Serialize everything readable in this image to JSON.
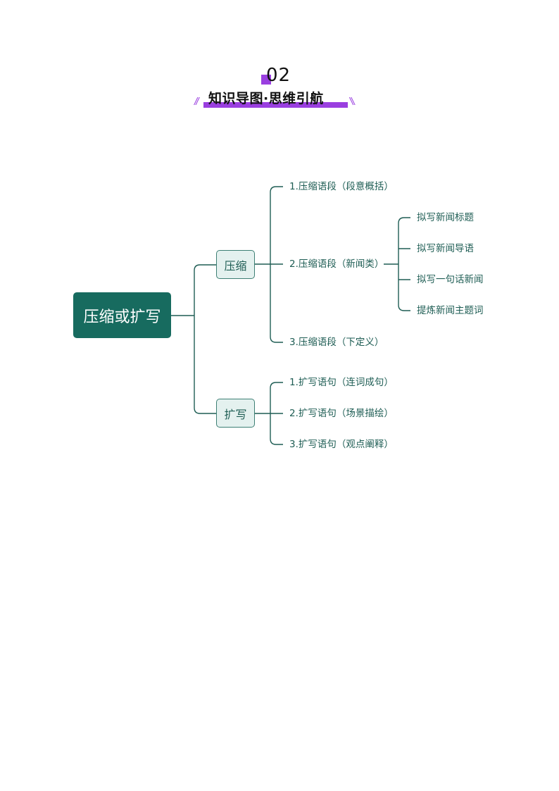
{
  "header": {
    "section_number": "02",
    "title": "知识导图·思维引航",
    "decor_left": "//",
    "decor_right": "//",
    "accent_color": "#9a3fe0"
  },
  "mindmap": {
    "root": {
      "label": "压缩或扩写",
      "color": "#176b5f"
    },
    "branches": [
      {
        "label": "压缩",
        "children": [
          {
            "label": "1.压缩语段（段意概括）"
          },
          {
            "label": "2.压缩语段（新闻类）",
            "children": [
              {
                "label": "拟写新闻标题"
              },
              {
                "label": "拟写新闻导语"
              },
              {
                "label": "拟写一句话新闻"
              },
              {
                "label": "提炼新闻主题词"
              }
            ]
          },
          {
            "label": "3.压缩语段（下定义）"
          }
        ]
      },
      {
        "label": "扩写",
        "children": [
          {
            "label": "1.扩写语句（连词成句）"
          },
          {
            "label": "2.扩写语句（场景描绘）"
          },
          {
            "label": "3.扩写语句（观点阐释）"
          }
        ]
      }
    ],
    "line_color": "#1e5d54"
  }
}
